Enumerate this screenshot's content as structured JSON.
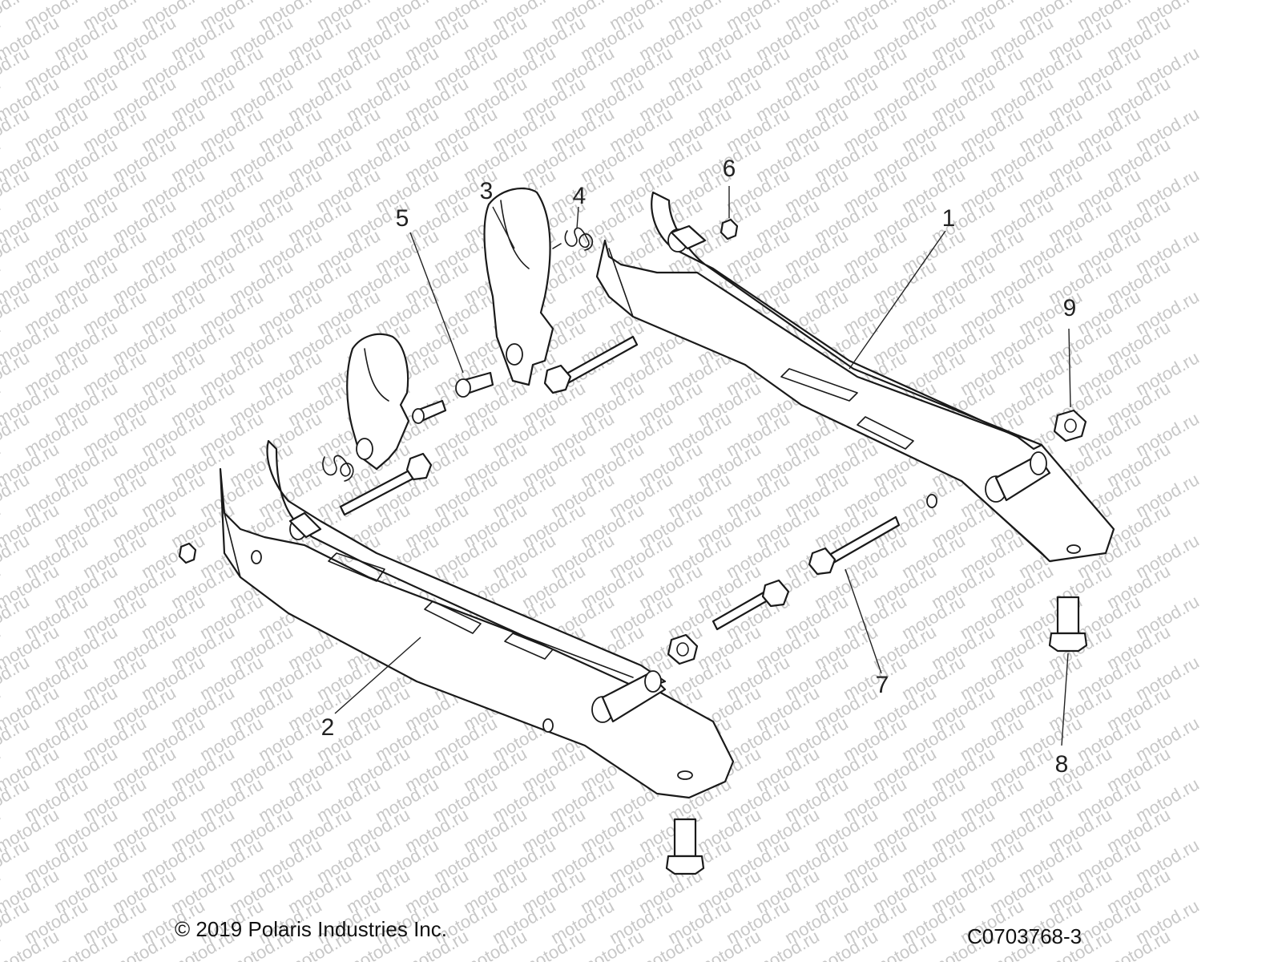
{
  "watermark_text": "motod.ru",
  "callouts": [
    {
      "id": "1",
      "label": "1"
    },
    {
      "id": "2",
      "label": "2"
    },
    {
      "id": "3",
      "label": "3"
    },
    {
      "id": "4",
      "label": "4"
    },
    {
      "id": "5",
      "label": "5"
    },
    {
      "id": "6",
      "label": "6"
    },
    {
      "id": "7",
      "label": "7"
    },
    {
      "id": "8",
      "label": "8"
    },
    {
      "id": "9",
      "label": "9"
    }
  ],
  "footer": {
    "copyright": "© 2019 Polaris Industries Inc.",
    "drawing_number": "C0703768-3"
  }
}
